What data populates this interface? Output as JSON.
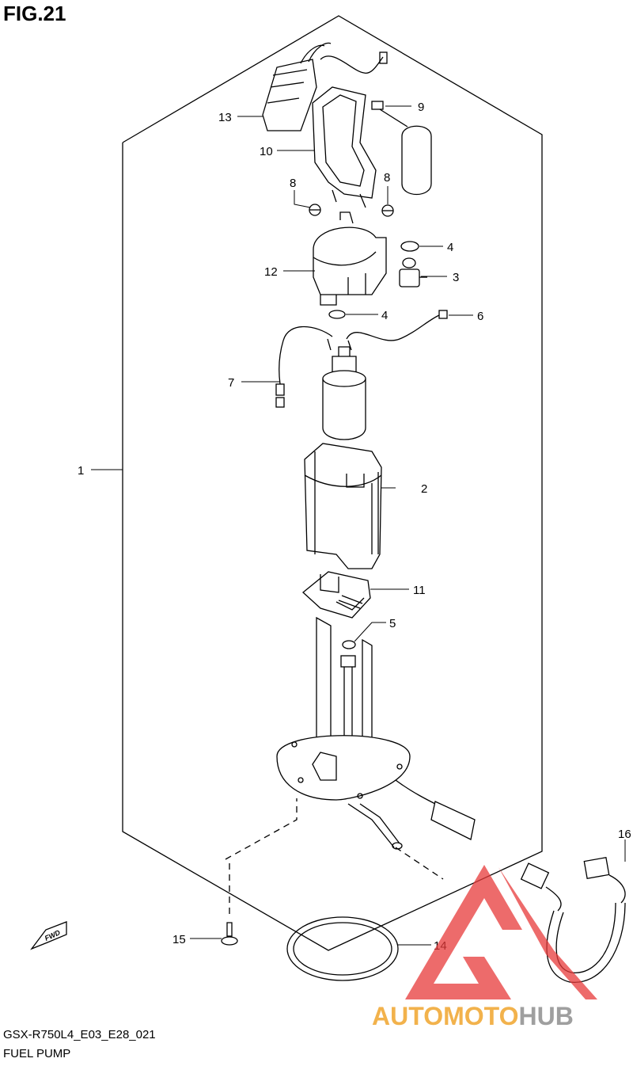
{
  "figure_title": "FIG.21",
  "diagram_code": "GSX-R750L4_E03_E28_021",
  "diagram_name": "FUEL PUMP",
  "fwd_label": "FWD",
  "watermark": {
    "text_part1": "AUTOMOTO",
    "text_part2": "HUB",
    "color_part1": "#f0a020",
    "color_part2": "#888888",
    "logo_color": "#e83a3a"
  },
  "callouts": {
    "c1": "1",
    "c2": "2",
    "c3": "3",
    "c4a": "4",
    "c4b": "4",
    "c5": "5",
    "c6": "6",
    "c7": "7",
    "c8a": "8",
    "c8b": "8",
    "c9": "9",
    "c10": "10",
    "c11": "11",
    "c12": "12",
    "c13": "13",
    "c14": "14",
    "c15": "15",
    "c16": "16"
  }
}
